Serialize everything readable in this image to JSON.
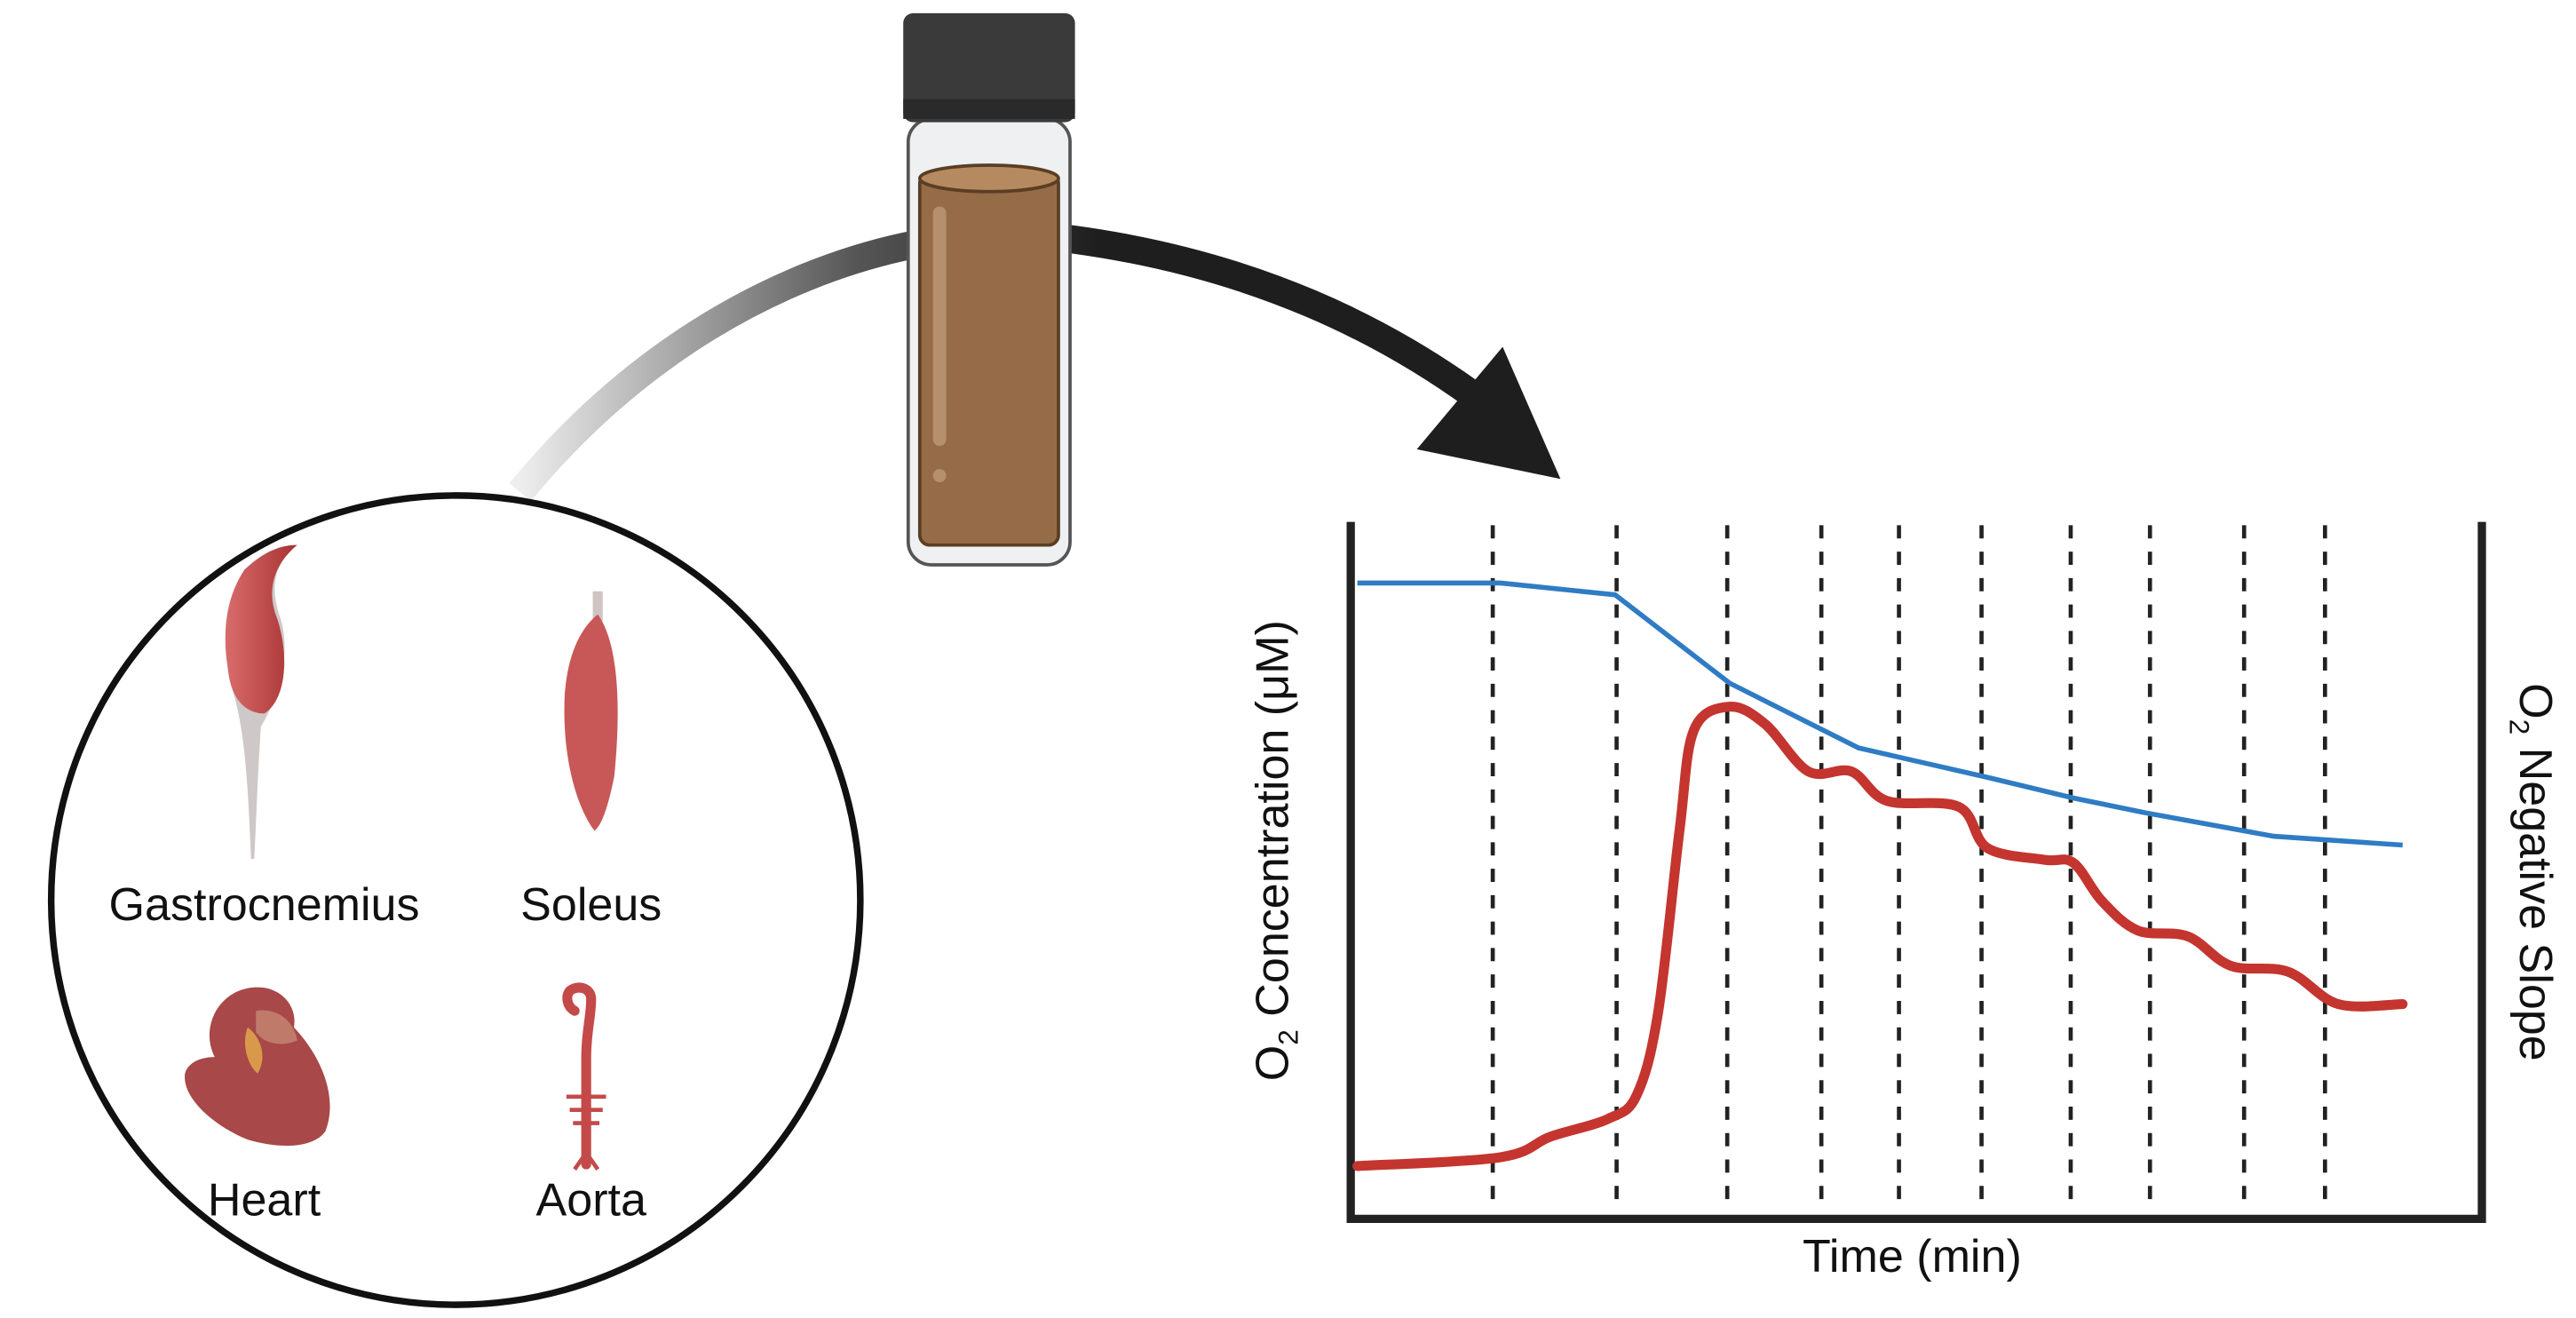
{
  "tissues": {
    "items": [
      {
        "label": "Gastrocnemius",
        "icon": "gastrocnemius-muscle-icon"
      },
      {
        "label": "Soleus",
        "icon": "soleus-muscle-icon"
      },
      {
        "label": "Heart",
        "icon": "heart-icon"
      },
      {
        "label": "Aorta",
        "icon": "aorta-icon"
      }
    ]
  },
  "vial": {
    "icon": "sample-vial-icon",
    "liquid_color": "#966c48",
    "cap_color": "#3a3a3a"
  },
  "chart_data": {
    "type": "line",
    "title": "",
    "xlabel": "Time (min)",
    "ylabel_main": "O",
    "ylabel_sub": "2",
    "ylabel_rest": " Concentration (μM)",
    "y2label_main": "O",
    "y2label_sub": "2",
    "y2label_rest": " Negative Slope",
    "event_markers": 10,
    "series": [
      {
        "name": "O2 Concentration",
        "color": "#2f7cc4",
        "points": [
          [
            0,
            100
          ],
          [
            1.0,
            100
          ],
          [
            1.8,
            98
          ],
          [
            2.6,
            83
          ],
          [
            3.5,
            72
          ],
          [
            4.4,
            67
          ],
          [
            5.0,
            63.5
          ],
          [
            5.5,
            61
          ],
          [
            6.4,
            57
          ],
          [
            7.3,
            55.5
          ]
        ]
      },
      {
        "name": "O2 Negative Slope",
        "color": "#c4352f",
        "points": [
          [
            0,
            1
          ],
          [
            1.0,
            2.5
          ],
          [
            1.35,
            6
          ],
          [
            1.75,
            9
          ],
          [
            1.95,
            13
          ],
          [
            2.1,
            27
          ],
          [
            2.25,
            58
          ],
          [
            2.35,
            75
          ],
          [
            2.6,
            79
          ],
          [
            2.85,
            76
          ],
          [
            3.15,
            68
          ],
          [
            3.45,
            68
          ],
          [
            3.7,
            63
          ],
          [
            4.2,
            62
          ],
          [
            4.4,
            55
          ],
          [
            4.8,
            53
          ],
          [
            5.0,
            52.5
          ],
          [
            5.2,
            46
          ],
          [
            5.45,
            41
          ],
          [
            5.8,
            40
          ],
          [
            6.1,
            35
          ],
          [
            6.5,
            34
          ],
          [
            6.85,
            28.5
          ],
          [
            7.3,
            28.5
          ]
        ]
      }
    ]
  }
}
